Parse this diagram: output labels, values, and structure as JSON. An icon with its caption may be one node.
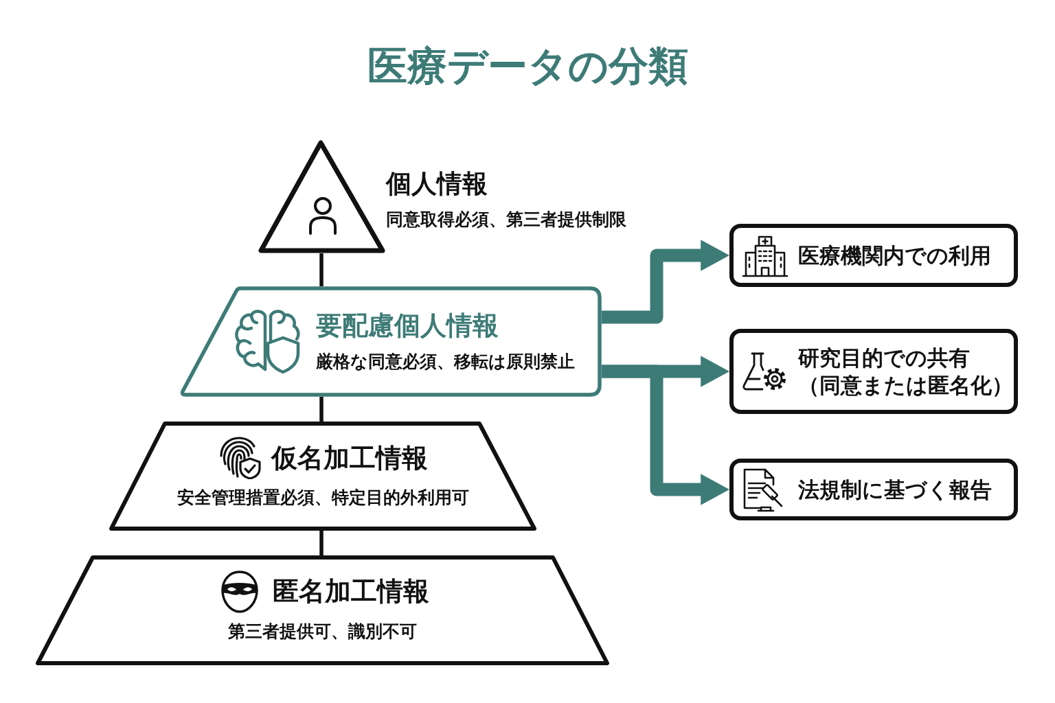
{
  "diagram": {
    "title": "医療データの分類",
    "nodes": [
      {
        "text": [
          "個人情報",
          "同意取得必須、第三者提供制限"
        ]
      },
      {
        "text": [
          "要配慮個人情報",
          "厳格な同意必須、移転は原則禁止"
        ]
      },
      {
        "text": [
          "仮名加工情報",
          "安全管理措置必須、特定目的外利用可"
        ]
      },
      {
        "text": [
          "匿名加工情報",
          "第三者提供可、識別不可"
        ]
      },
      {
        "text": [
          "医療機関内での利用"
        ]
      },
      {
        "text": [
          "研究目的での共有（同意または匿名化）"
        ]
      },
      {
        "text": [
          "法規制に基づく報告"
        ]
      }
    ],
    "edges": [
      {
        "from": 0,
        "to": 1,
        "arrow": "none"
      },
      {
        "from": 1,
        "to": 2,
        "arrow": "none"
      },
      {
        "from": 2,
        "to": 3,
        "arrow": "none"
      },
      {
        "from": 1,
        "to": 4,
        "arrow": "to",
        "style": "thick",
        "color": "#3d7b77"
      },
      {
        "from": 1,
        "to": 5,
        "arrow": "to",
        "style": "thick",
        "color": "#3d7b77"
      },
      {
        "from": 1,
        "to": 6,
        "arrow": "to",
        "style": "thick",
        "color": "#3d7b77"
      }
    ]
  }
}
